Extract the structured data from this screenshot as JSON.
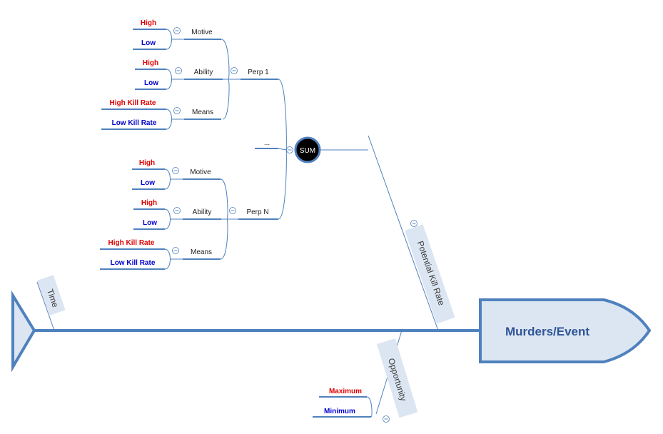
{
  "effect": {
    "label": "Murders/Event"
  },
  "bones": {
    "time": "Time",
    "potential_kill_rate": "Potential Kill Rate",
    "opportunity": "Opportunity"
  },
  "opportunity_levels": {
    "maximum": "Maximum",
    "minimum": "Minimum"
  },
  "sum_node": {
    "label": "SUM",
    "ellipsis": "..."
  },
  "perps": [
    {
      "label": "Perp 1",
      "factors": [
        {
          "label": "Motive",
          "high": "High",
          "low": "Low"
        },
        {
          "label": "Ability",
          "high": "High",
          "low": "Low"
        },
        {
          "label": "Means",
          "high": "High Kill Rate",
          "low": "Low Kill Rate"
        }
      ]
    },
    {
      "label": "Perp N",
      "factors": [
        {
          "label": "Motive",
          "high": "High",
          "low": "Low"
        },
        {
          "label": "Ability",
          "high": "High",
          "low": "Low"
        },
        {
          "label": "Means",
          "high": "High Kill Rate",
          "low": "Low Kill Rate"
        }
      ]
    }
  ],
  "colors": {
    "high": "#e00000",
    "low": "#0000cc",
    "line": "#4f81bd",
    "head_fill": "#dce6f2",
    "head_stroke": "#4f81bd"
  }
}
